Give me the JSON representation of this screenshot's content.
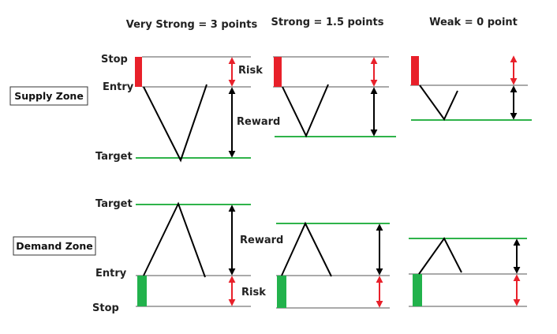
{
  "headers": {
    "very_strong": "Very Strong = 3 points",
    "strong": "Strong = 1.5 points",
    "weak": "Weak = 0 point"
  },
  "supply": {
    "zone_label": "Supply Zone",
    "stop_label": "Stop",
    "entry_label": "Entry",
    "target_label": "Target",
    "risk_label": "Risk",
    "reward_label": "Reward"
  },
  "demand": {
    "zone_label": "Demand Zone",
    "target_label": "Target",
    "entry_label": "Entry",
    "stop_label": "Stop",
    "reward_label": "Reward",
    "risk_label": "Risk"
  },
  "colors": {
    "supply_block": "#e8202a",
    "demand_block": "#22b24c",
    "target_line": "#2fb34a",
    "level_line": "#555555",
    "risk_arrow": "#e8202a",
    "reward_arrow": "#000000"
  }
}
